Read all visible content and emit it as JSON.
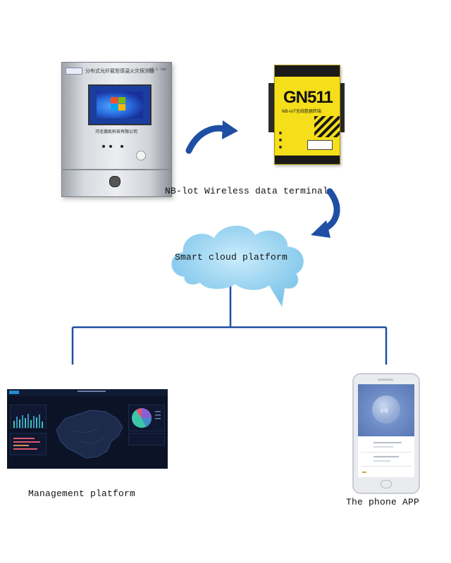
{
  "nodes": {
    "terminal": {
      "label": "NB-lot Wireless data terminal",
      "model": "GN511",
      "subtitle": "NB-IoT无线数据终端"
    },
    "cloud": {
      "label": "Smart cloud platform"
    },
    "management": {
      "label": "Management platform"
    },
    "phone": {
      "label": "The phone APP",
      "status": "正常"
    },
    "controller": {
      "title": "分布式光纤载型感温火灾探测器",
      "maker": "河北德凯科技有限公司",
      "tag": "WT-C-700"
    }
  },
  "colors": {
    "arrow": "#1f4fa5",
    "connector": "#1f4fa5",
    "cloud": "#8ed0f0",
    "terminal": "#f5de1a"
  }
}
